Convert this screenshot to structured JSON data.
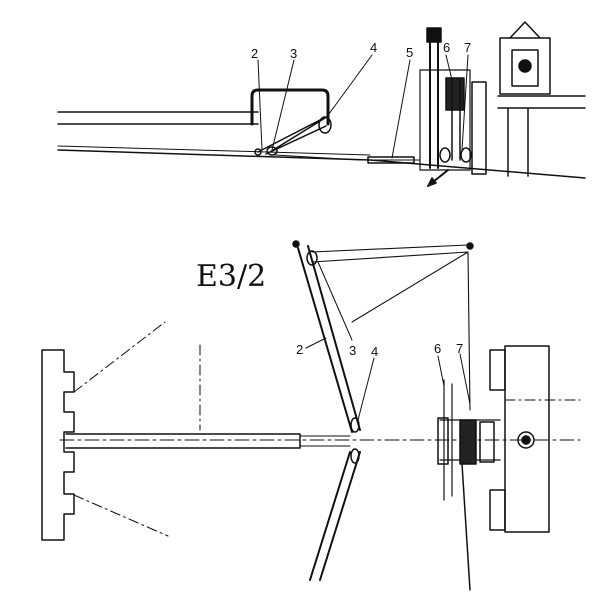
{
  "figure_title": "E3/2",
  "side_view": {
    "callouts": [
      "2",
      "3",
      "4",
      "5",
      "6",
      "7"
    ]
  },
  "plan_view": {
    "callouts": [
      "2",
      "3",
      "4",
      "6",
      "7"
    ]
  }
}
